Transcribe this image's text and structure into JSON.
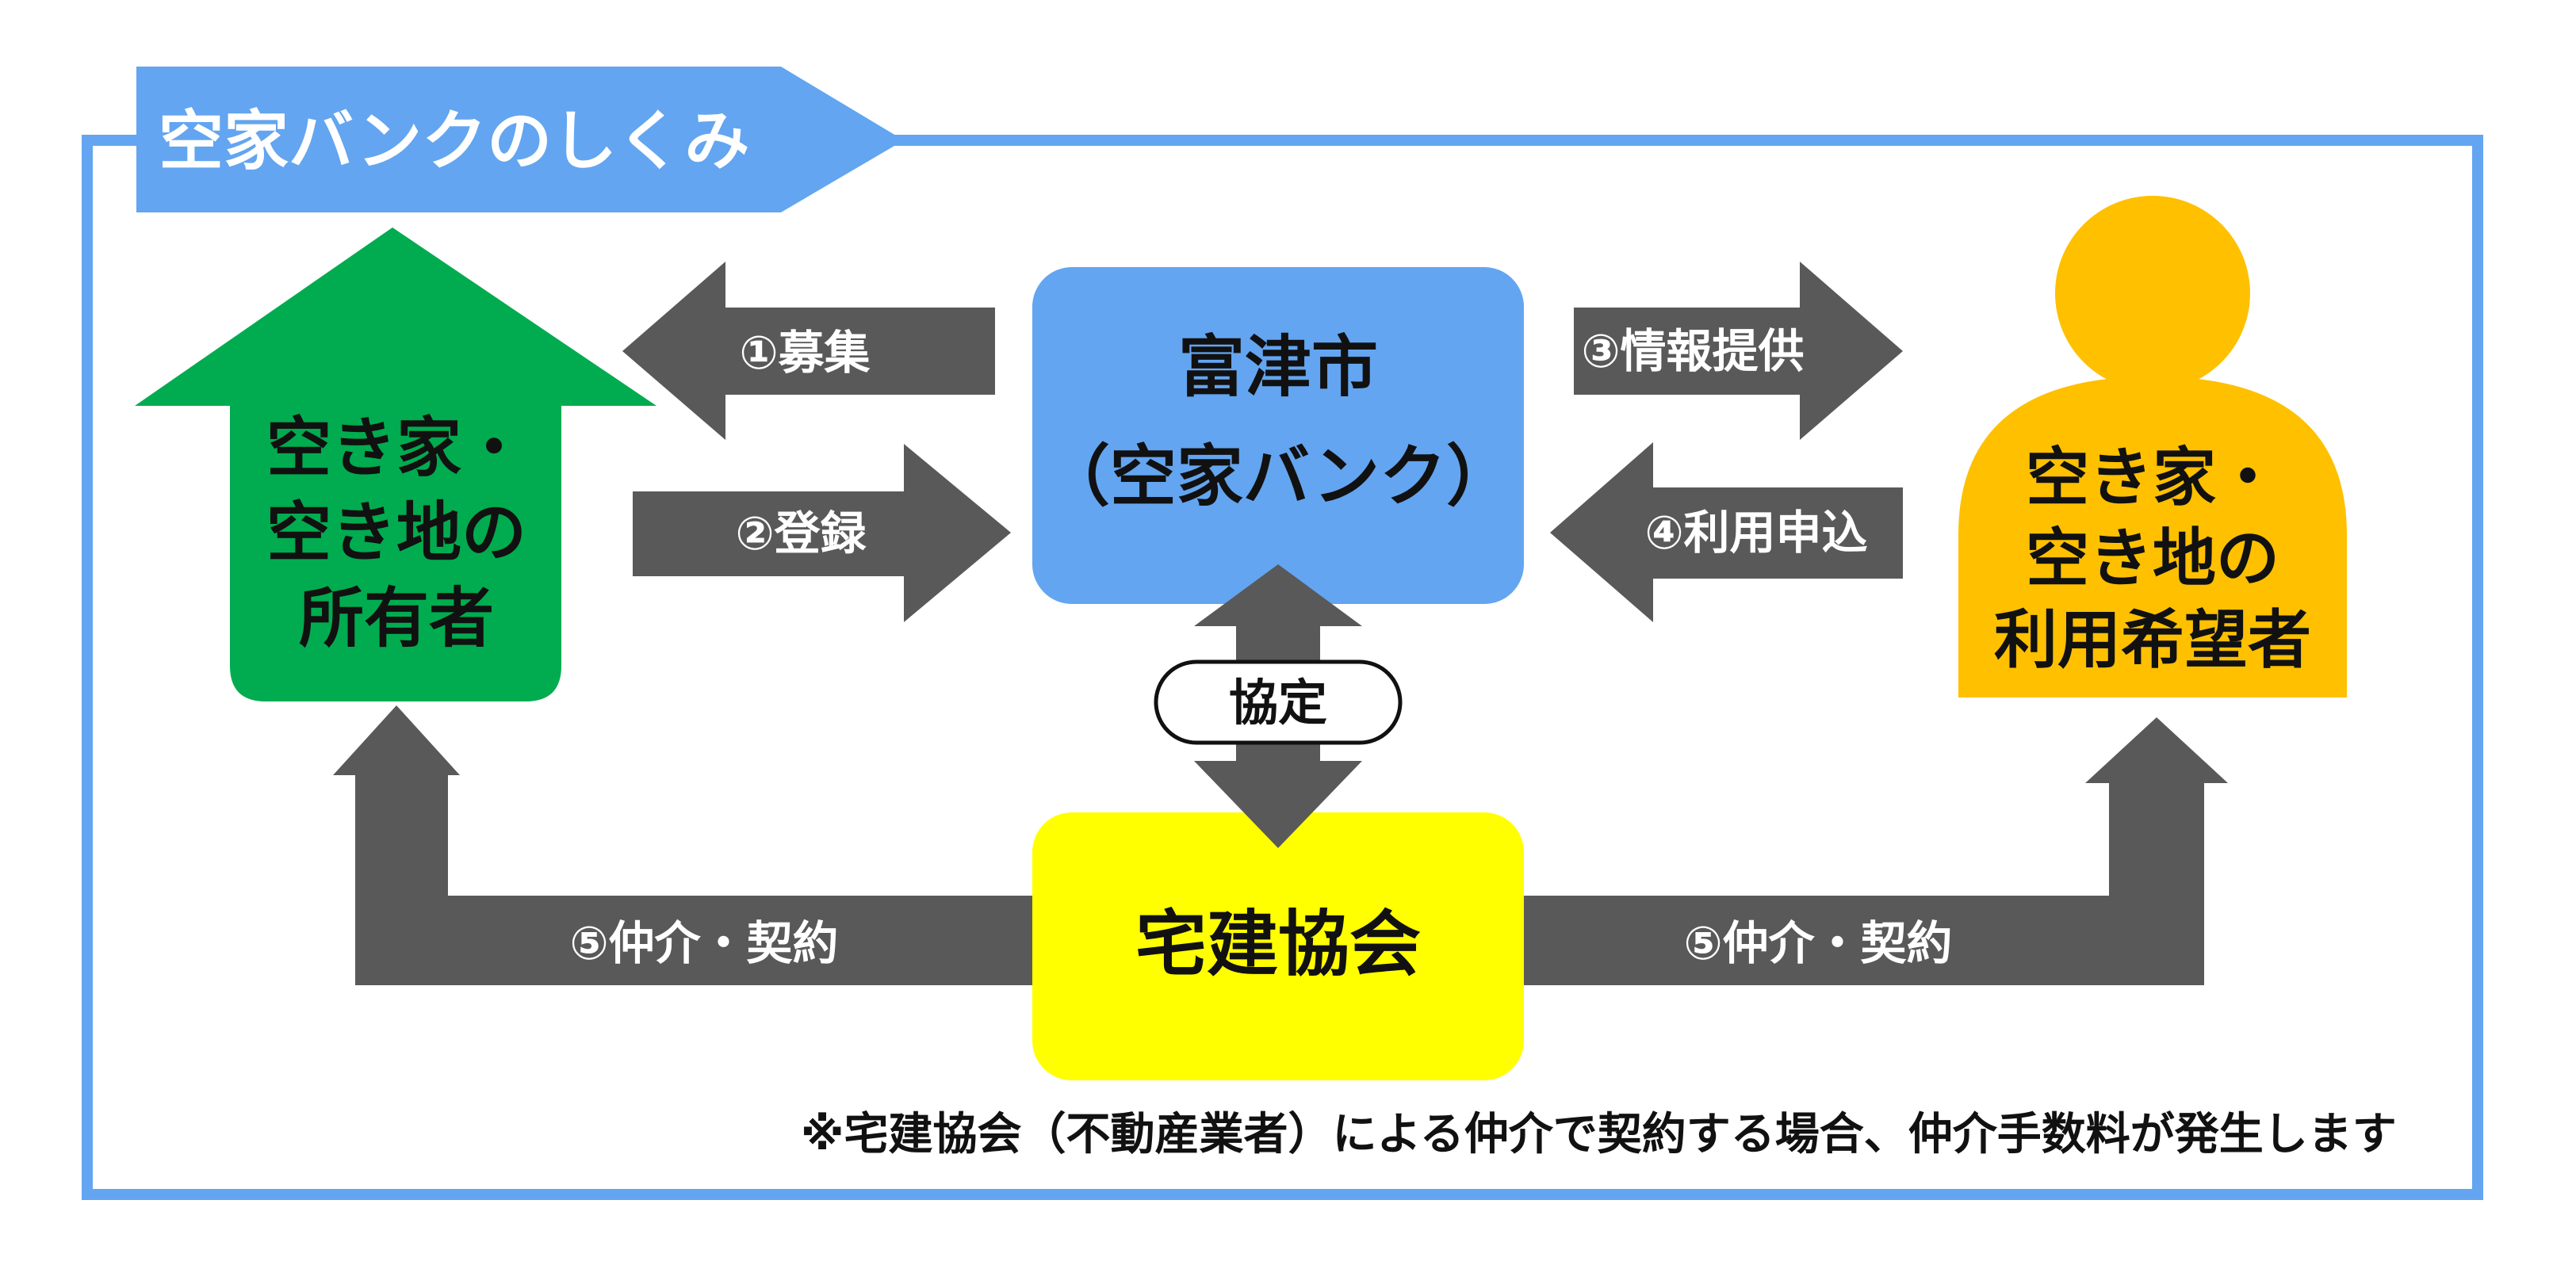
{
  "title": "空家バンクのしくみ",
  "nodes": {
    "city": {
      "line1": "富津市",
      "line2": "（空家バンク）"
    },
    "owner": {
      "line1": "空き家・",
      "line2": "空き地の",
      "line3": "所有者"
    },
    "user": {
      "line1": "空き家・",
      "line2": "空き地の",
      "line3": "利用希望者"
    },
    "realtor": {
      "label": "宅建協会"
    }
  },
  "arrows": {
    "recruit": "①募集",
    "register": "②登録",
    "info": "③情報提供",
    "apply": "④利用申込",
    "agreement": "協定",
    "mediate_left": "⑤仲介・契約",
    "mediate_right": "⑤仲介・契約"
  },
  "footnote": "※宅建協会（不動産業者）による仲介で契約する場合、仲介手数料が発生します",
  "colors": {
    "frame": "#63a5f0",
    "title_banner": "#63a5f0",
    "city": "#63a5f0",
    "owner": "#00ac4f",
    "user": "#ffc000",
    "realtor": "#ffff00",
    "arrow": "#595959"
  }
}
